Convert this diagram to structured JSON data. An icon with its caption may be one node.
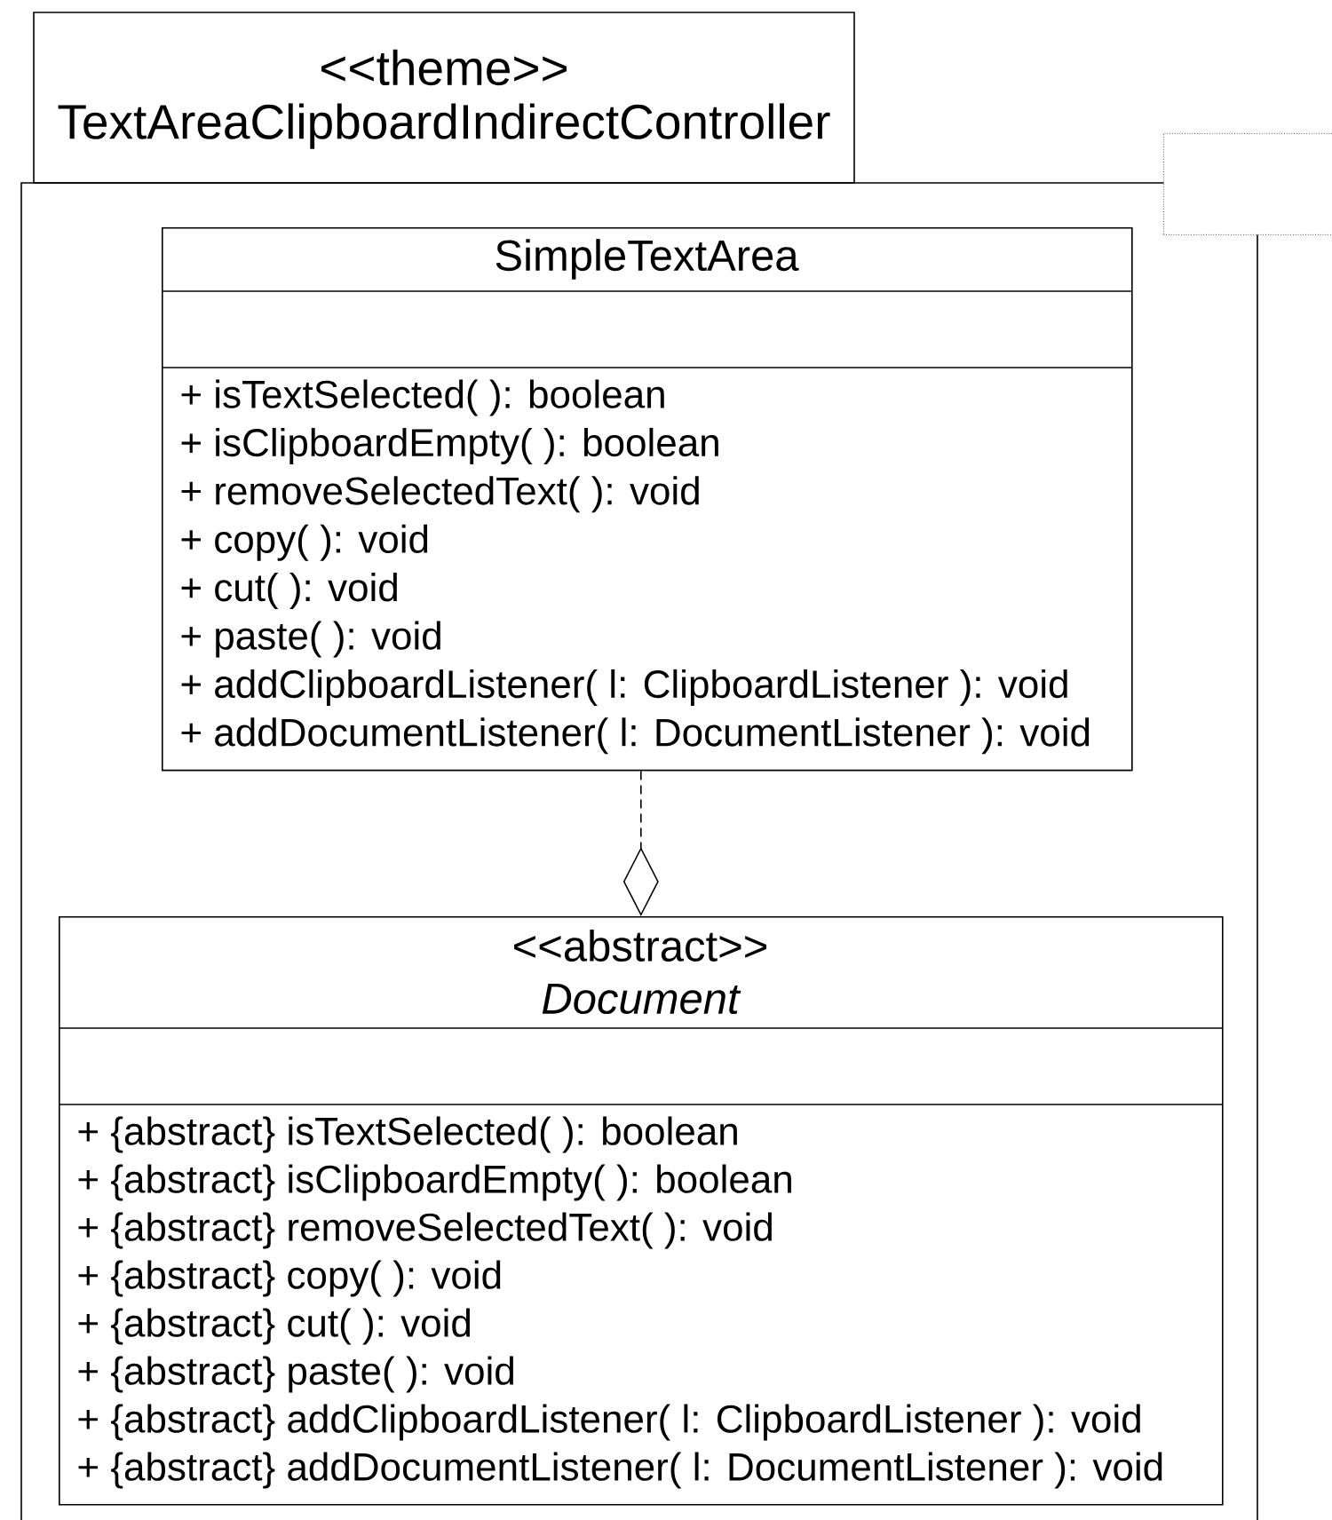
{
  "diagram": {
    "nodes": [
      {
        "text": [
          "<<theme>>",
          "TextAreaClipboardIndirectController"
        ]
      },
      {
        "text": [],
        "shape": "box"
      },
      {
        "text": [
          "SimpleTextArea",
          "+ isTextSelected( ): boolean",
          "+ isClipboardEmpty( ): boolean",
          "+ removeSelectedText( ): void",
          "+ copy( ): void",
          "+ cut( ): void",
          "+ paste( ): void",
          "+ addClipboardListener( l: ClipboardListener ): void",
          "+ addDocumentListener( l: DocumentListener ): void"
        ],
        "in": 0
      },
      {
        "text": [
          "<<abstract>>",
          "Document",
          "+ {abstract} isTextSelected( ): boolean",
          "+ {abstract} isClipboardEmpty( ): boolean",
          "+ {abstract} removeSelectedText( ): void",
          "+ {abstract} copy( ): void",
          "+ {abstract} cut( ): void",
          "+ {abstract} paste( ): void",
          "+ {abstract} addClipboardListener( l: ClipboardListener ): void",
          "+ {abstract} addDocumentListener( l: DocumentListener ): void"
        ],
        "in": 0
      }
    ],
    "edges": [
      {
        "from": 2,
        "to": 3,
        "arrow": "other",
        "style": "dashed"
      }
    ]
  }
}
